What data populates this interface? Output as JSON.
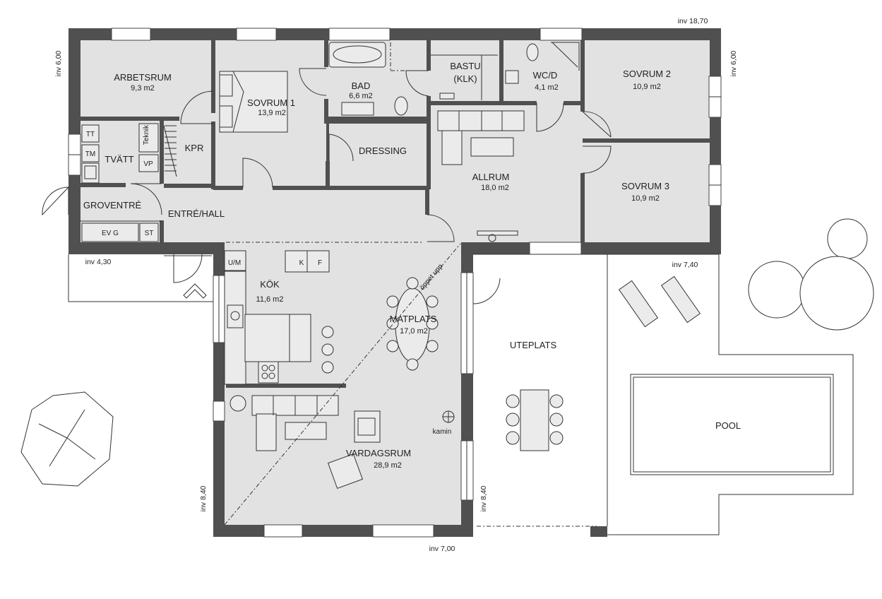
{
  "rooms": {
    "arbetsrum": {
      "name": "ARBETSRUM",
      "area": "9,3 m2"
    },
    "sovrum1": {
      "name": "SOVRUM 1",
      "area": "13,9 m2"
    },
    "bad": {
      "name": "BAD",
      "area": "6,6 m2"
    },
    "bastu": {
      "name": "BASTU",
      "sub": "(KLK)"
    },
    "wcd": {
      "name": "WC/D",
      "area": "4,1 m2"
    },
    "sovrum2": {
      "name": "SOVRUM 2",
      "area": "10,9 m2"
    },
    "sovrum3": {
      "name": "SOVRUM 3",
      "area": "10,9 m2"
    },
    "allrum": {
      "name": "ALLRUM",
      "area": "18,0 m2"
    },
    "dressing": {
      "name": "DRESSING"
    },
    "kpr": {
      "name": "KPR"
    },
    "tvatt": {
      "name": "TVÄTT"
    },
    "groventre": {
      "name": "GROVENTRÉ"
    },
    "entre": {
      "name": "ENTRÉ/HALL"
    },
    "kok": {
      "name": "KÖK",
      "area": "11,6 m2"
    },
    "matplats": {
      "name": "MATPLATS",
      "area": "17,0 m2"
    },
    "vardagsrum": {
      "name": "VARDAGSRUM",
      "area": "28,9 m2"
    },
    "uteplats": {
      "name": "UTEPLATS"
    },
    "pool": {
      "name": "POOL"
    }
  },
  "fixtures": {
    "tt": "TT",
    "tm": "TM",
    "teknik": "Teknik",
    "vp": "VP",
    "evg": "EV G",
    "st": "ST",
    "um": "U/M",
    "k": "K",
    "f": "F",
    "kamin": "kamin",
    "oppet_upp": "öppet upp"
  },
  "dimensions": {
    "top": "inv 18,70",
    "left_upper": "inv 6,00",
    "right_upper": "inv 6,00",
    "porch": "inv 4,30",
    "deck": "inv 7,40",
    "left_lower": "inv 8,40",
    "mid_lower": "inv 8,40",
    "bottom": "inv 7,00"
  }
}
